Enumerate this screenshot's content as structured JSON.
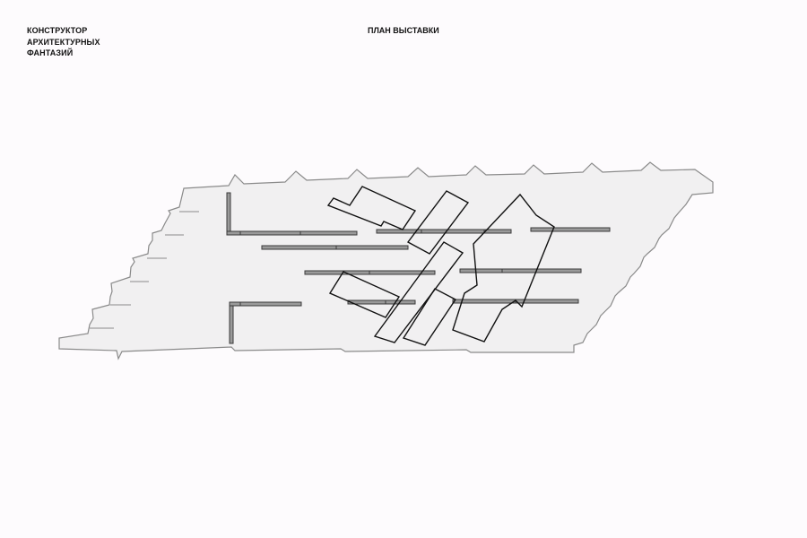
{
  "header": {
    "title_lines": [
      "КОНСТРУКТОР",
      "АРХИТЕКТУРНЫХ",
      "ФАНТАЗИЙ"
    ],
    "plan_title": "ПЛАН ВЫСТАВКИ"
  },
  "colors": {
    "background": "#fdfbfd",
    "floor_fill": "#f1f0f1",
    "floor_stroke": "#8a8a8a",
    "wall_fill": "#9a9a9a",
    "wall_stroke": "#3a3a3a",
    "volume_stroke": "#111111"
  }
}
